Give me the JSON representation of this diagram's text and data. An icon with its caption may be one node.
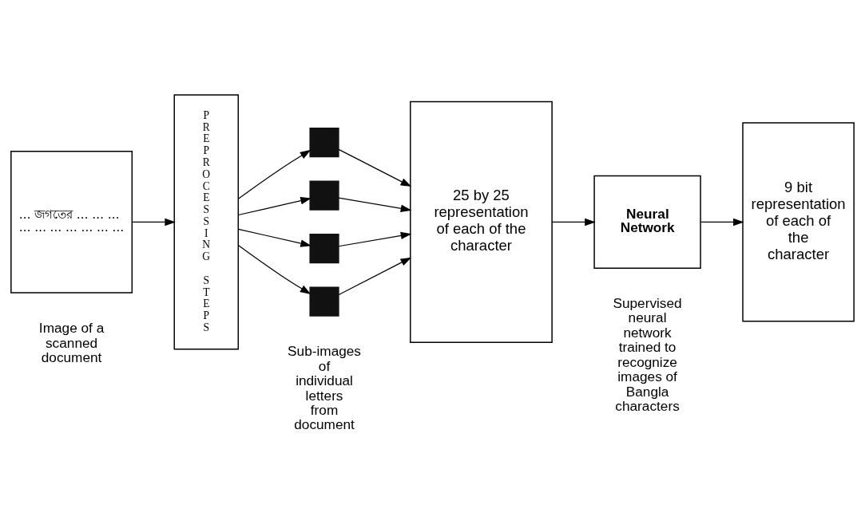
{
  "diagram": {
    "nodes": [
      {
        "text": [
          "… জগতের … … … … … … … … … …"
        ],
        "beside": [
          "Image of a scanned document"
        ]
      },
      {
        "text": [
          "PREPROCESSING STEPS"
        ]
      },
      {
        "text": [],
        "shape": "box"
      },
      {
        "text": [],
        "shape": "box"
      },
      {
        "text": [],
        "shape": "box"
      },
      {
        "text": [],
        "shape": "box"
      },
      {
        "text": [
          "25 by 25 representation of each of the character"
        ]
      },
      {
        "text": [
          "Neural Network"
        ],
        "beside": [
          "Supervised neural network trained to recognize images of Bangla characters"
        ]
      },
      {
        "text": [
          "9 bit representation of each of the character"
        ]
      }
    ],
    "edges": [
      {
        "from": 0,
        "to": 1,
        "arrow": "to"
      },
      {
        "from": 1,
        "to": 2,
        "arrow": "to"
      },
      {
        "from": 1,
        "to": 3,
        "arrow": "to"
      },
      {
        "from": 1,
        "to": 4,
        "arrow": "to"
      },
      {
        "from": 1,
        "to": 5,
        "arrow": "to"
      },
      {
        "from": 2,
        "to": 6,
        "arrow": "to"
      },
      {
        "from": 3,
        "to": 6,
        "arrow": "to"
      },
      {
        "from": 4,
        "to": 6,
        "arrow": "to"
      },
      {
        "from": 5,
        "to": 6,
        "arrow": "to"
      },
      {
        "from": 6,
        "to": 7,
        "arrow": "to"
      },
      {
        "from": 7,
        "to": 8,
        "arrow": "to"
      }
    ],
    "labels": [
      "Sub-images of individual letters from document"
    ]
  }
}
